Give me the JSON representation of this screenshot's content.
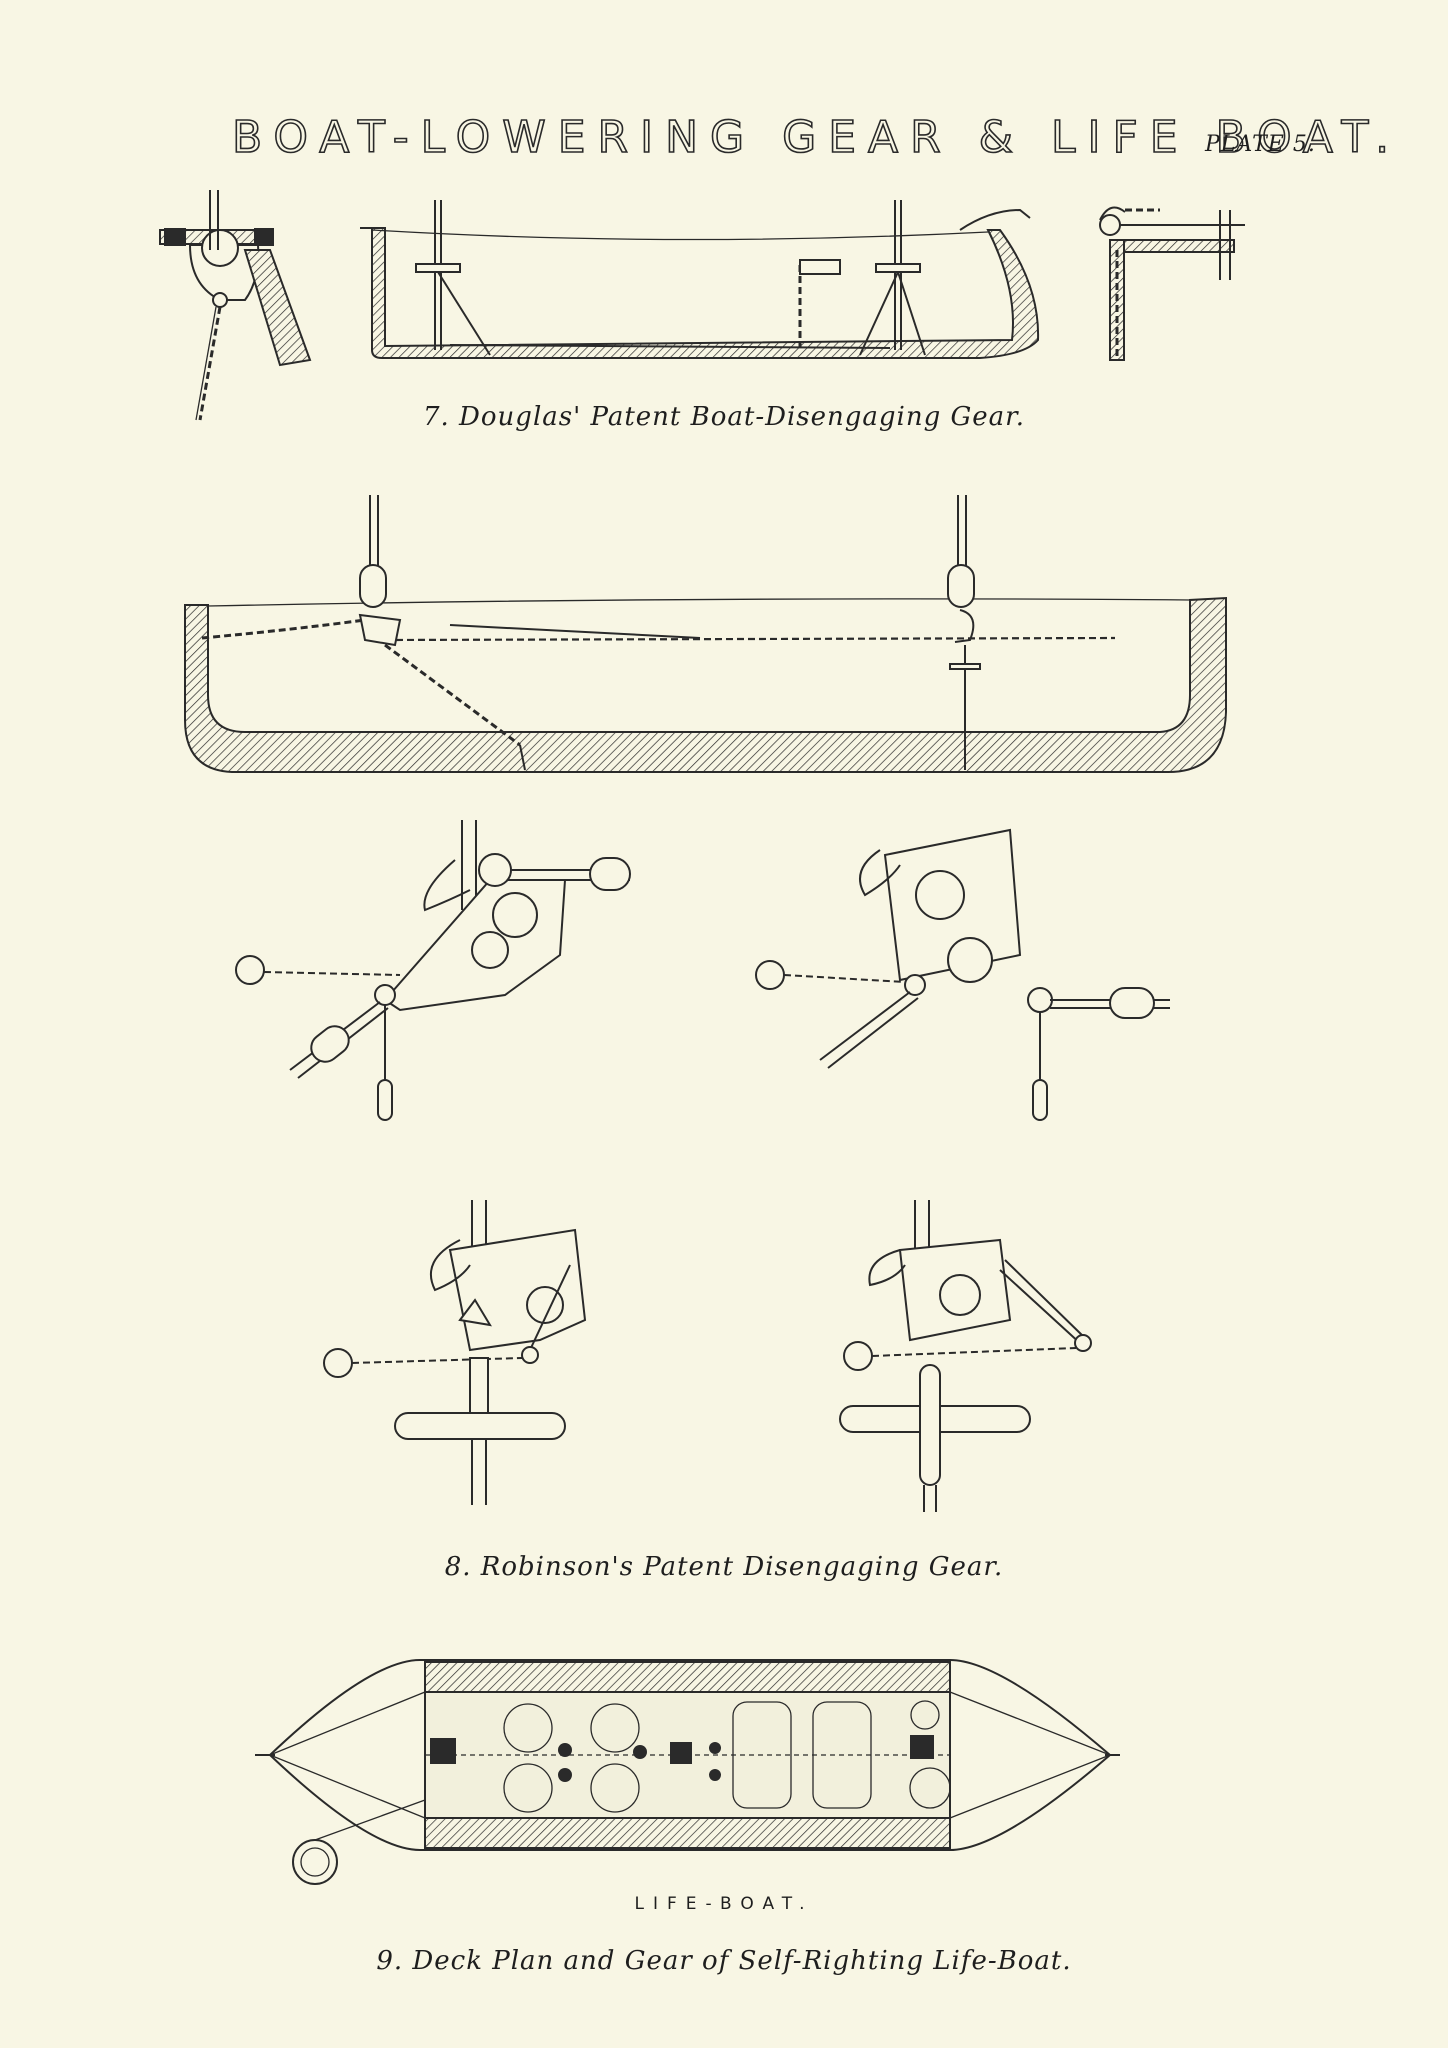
{
  "header": {
    "title": "BOAT-LOWERING GEAR & LIFE BOAT.",
    "plate": "PLATE 5."
  },
  "figures": [
    {
      "number": "7",
      "caption": "7. Douglas' Patent Boat-Disengaging Gear."
    },
    {
      "number": "8",
      "caption": "8. Robinson's Patent Disengaging Gear."
    },
    {
      "number": "9",
      "caption": "9. Deck Plan and Gear of Self-Righting Life-Boat."
    }
  ],
  "lifeboat_label": "LIFE-BOAT.",
  "colors": {
    "paper": "#f8f6e4",
    "ink": "#2a2a2a"
  }
}
